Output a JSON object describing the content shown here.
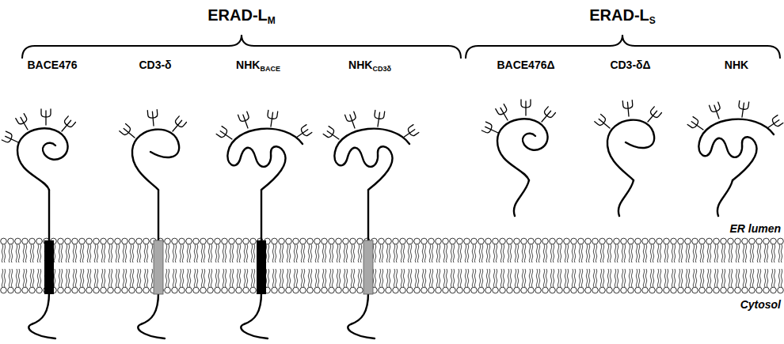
{
  "diagram": {
    "labels": [
      "ERAD-L",
      "M",
      "ERAD-L",
      "S",
      "BACE476",
      "CD3-δ",
      "NHK",
      "BACE",
      "NHK",
      "CD3δ",
      "BACE476Δ",
      "CD3-δΔ",
      "NHK",
      "ER lumen",
      "Cytosol"
    ]
  }
}
